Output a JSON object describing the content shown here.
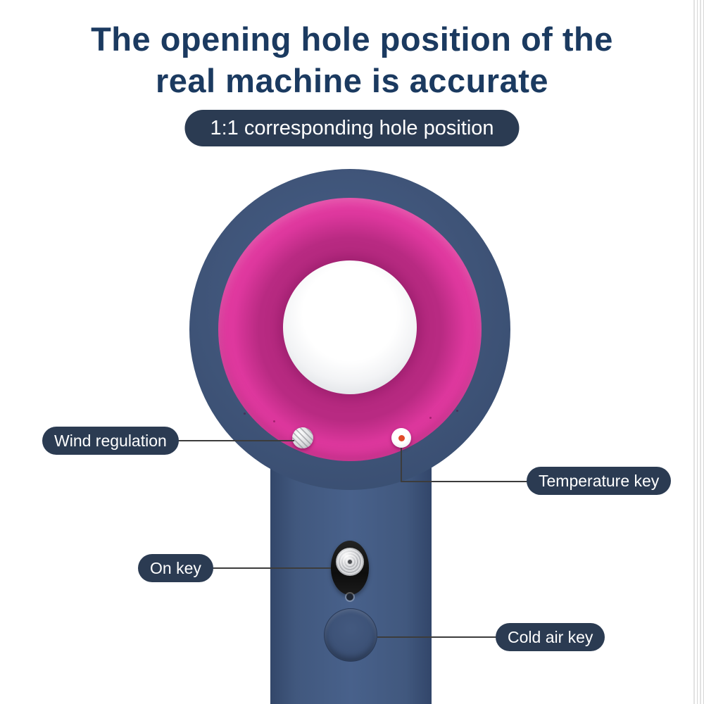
{
  "header": {
    "title_line1": "The opening hole position of the",
    "title_line2": "real machine is accurate",
    "badge": "1:1 corresponding hole position"
  },
  "callouts": {
    "wind": {
      "label": "Wind regulation"
    },
    "temperature": {
      "label": "Temperature key"
    },
    "power": {
      "label": "On key"
    },
    "cold_air": {
      "label": "Cold air key"
    }
  },
  "product": {
    "buttons": [
      "wind-button",
      "temperature-button",
      "power-button",
      "cold-air-button"
    ]
  },
  "colors": {
    "navy_body": "#3f5478",
    "navy_dark": "#33466a",
    "pink_ring": "#df3599",
    "title_text": "#1b3a60",
    "pill_bg": "#2b3b52",
    "line": "#3c3c3c",
    "temp_dot": "#e04b2a"
  }
}
